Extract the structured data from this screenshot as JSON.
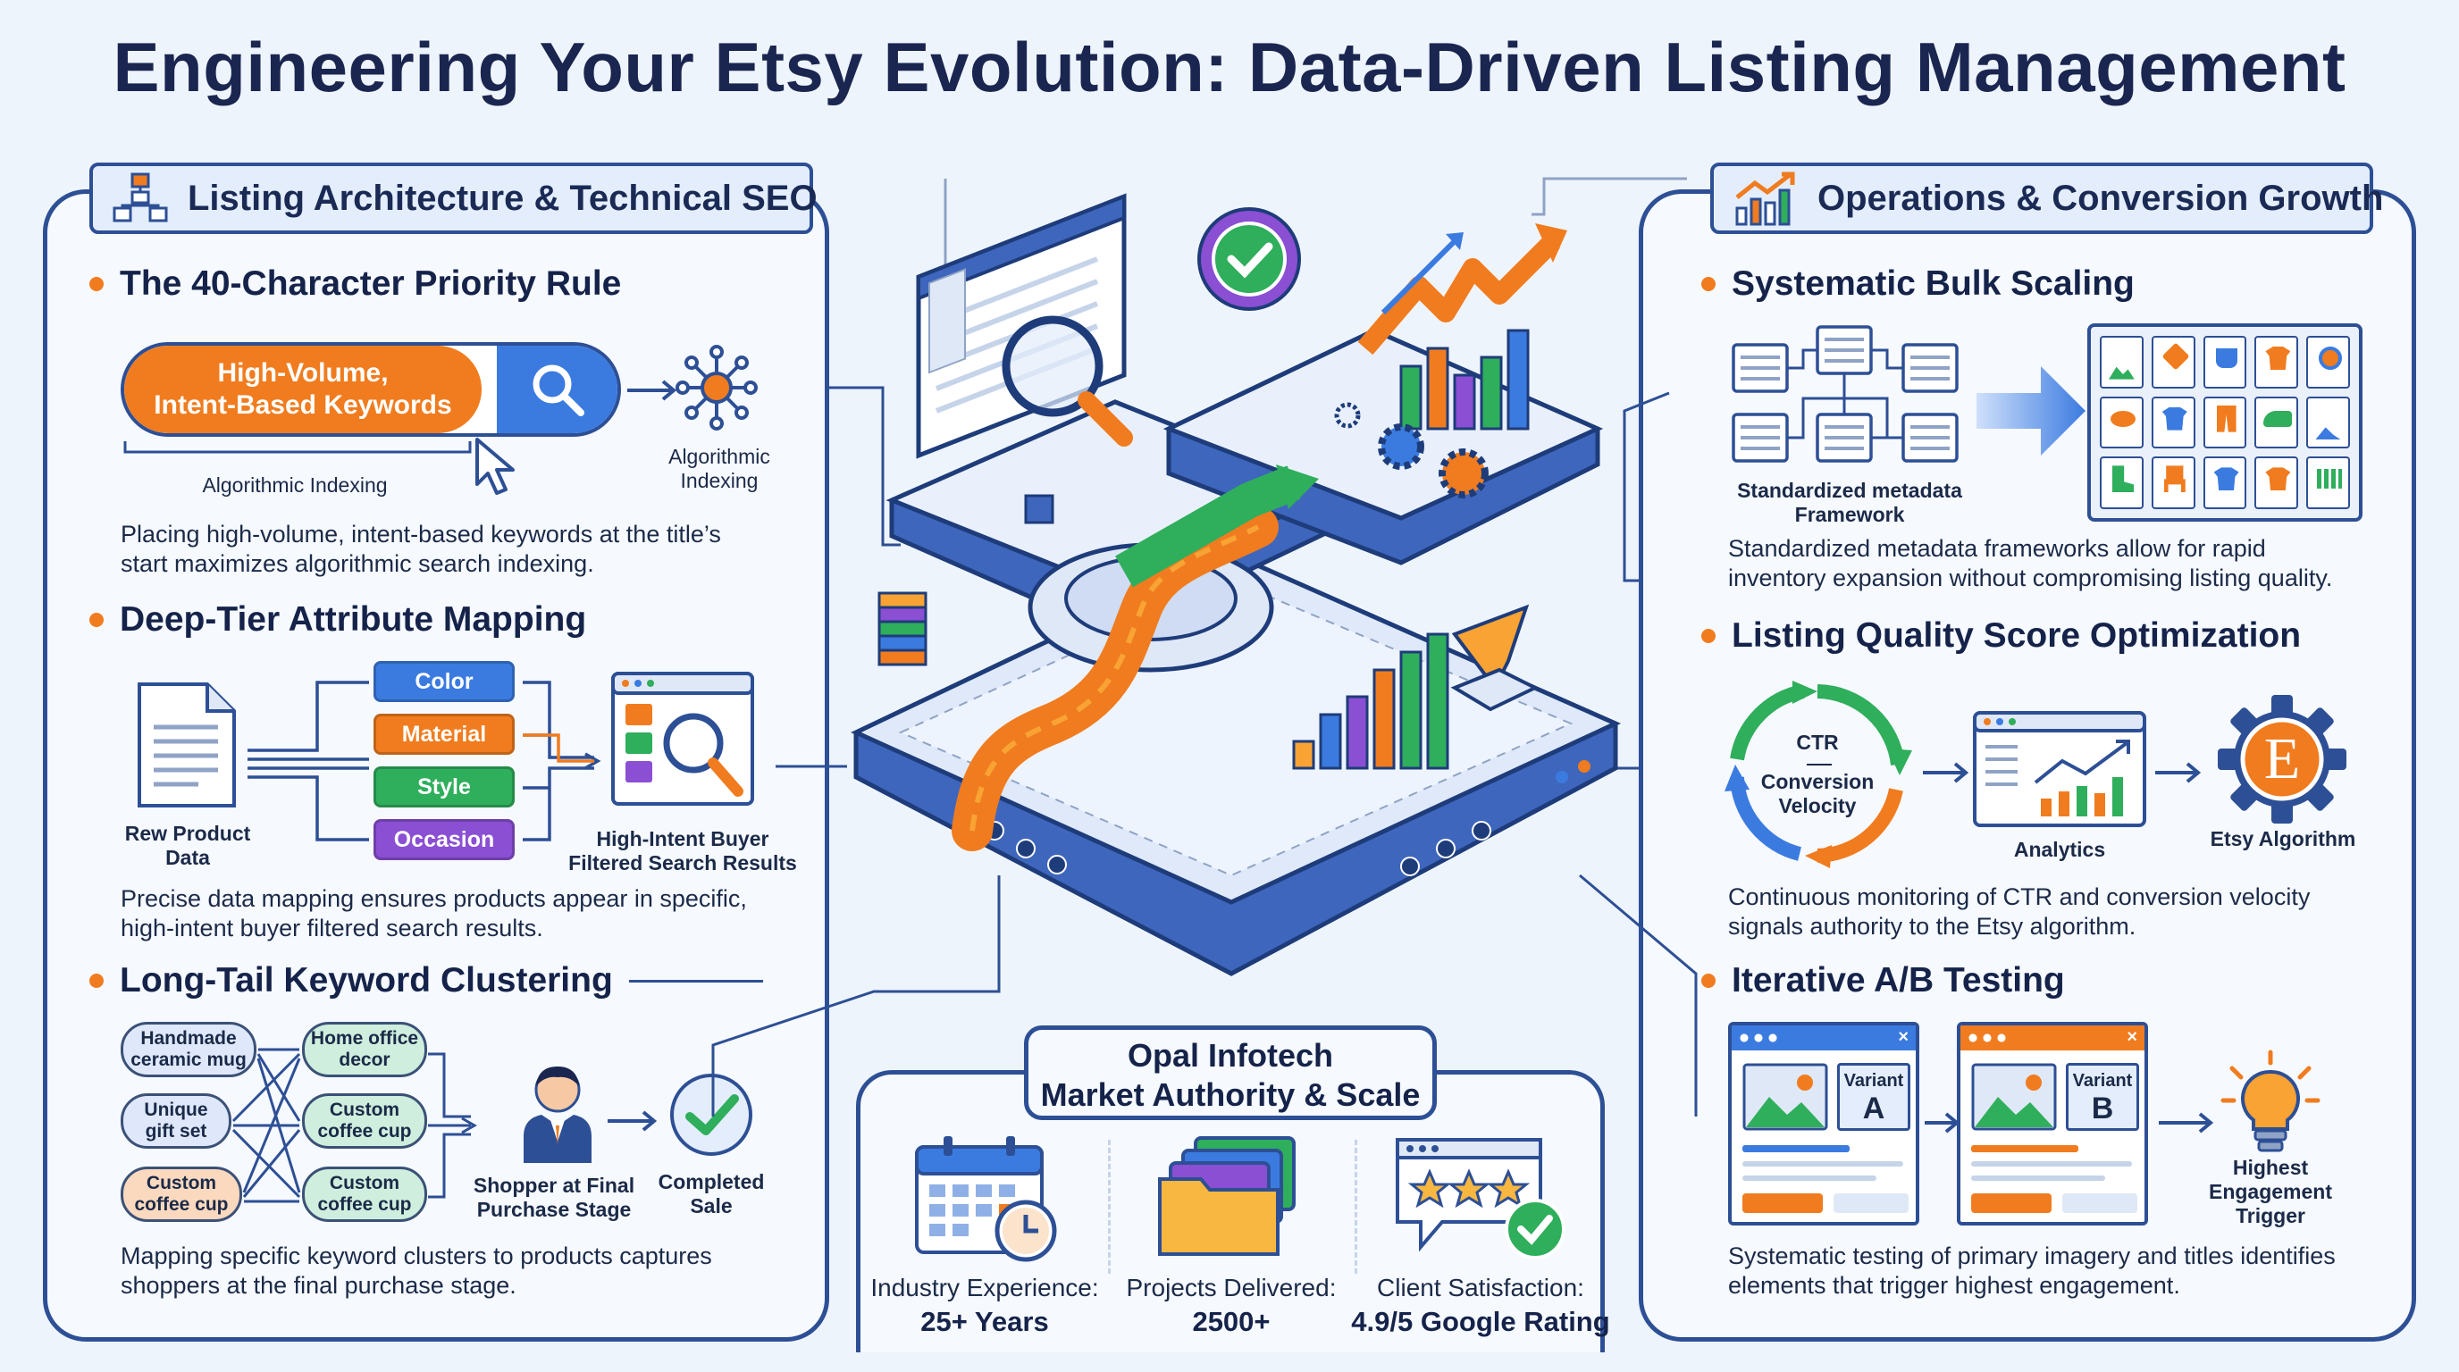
{
  "title": "Engineering Your Etsy Evolution: Data-Driven Listing Management",
  "left_panel": {
    "header": "Listing Architecture & Technical SEO",
    "header_icon": "hierarchy-icon",
    "sections": [
      {
        "title": "The 40-Character Priority Rule",
        "search_bar_text": "High-Volume,\nIntent-Based Keywords",
        "bracket_label": "Algorithmic Indexing",
        "node_label": "Algorithmic\nIndexing",
        "description": "Placing high-volume, intent-based keywords at the title’s\nstart maximizes algorithmic search indexing."
      },
      {
        "title": "Deep-Tier Attribute Mapping",
        "source_label": "Rew Product\nData",
        "attributes": [
          "Color",
          "Material",
          "Style",
          "Occasion"
        ],
        "result_label": "High-Intent Buyer\nFiltered Search Results",
        "description": "Precise data mapping ensures products appear in specific,\nhigh-intent buyer filtered search results."
      },
      {
        "title": "Long-Tail Keyword Clustering",
        "keywords_left": [
          "Handmade\nceramic mug",
          "Unique\ngift set",
          "Custom\ncoffee cup"
        ],
        "keywords_right": [
          "Home office\ndecor",
          "Custom\ncoffee cup",
          "Custom\ncoffee cup"
        ],
        "shopper_label": "Shopper at Final\nPurchase Stage",
        "completed_label": "Completed\nSale",
        "description": "Mapping specific keyword clusters to products captures\nshoppers at the final purchase stage."
      }
    ]
  },
  "right_panel": {
    "header": "Operations & Conversion Growth",
    "header_icon": "growth-chart-icon",
    "sections": [
      {
        "title": "Systematic Bulk Scaling",
        "framework_label": "Standardized metadata\nFramework",
        "description": "Standardized metadata frameworks allow for rapid\ninventory expansion without compromising listing quality."
      },
      {
        "title": "Listing Quality Score Optimization",
        "cycle_top": "CTR",
        "cycle_bottom": "Conversion\nVelocity",
        "analytics_label": "Analytics",
        "algorithm_label": "Etsy Algorithm",
        "algorithm_letter": "E",
        "description": "Continuous monitoring of CTR and conversion velocity\nsignals authority to the Etsy algorithm."
      },
      {
        "title": "Iterative A/B Testing",
        "variant_word": "Variant",
        "variant_a": "A",
        "variant_b": "B",
        "trigger_label": "Highest\nEngagement\nTrigger",
        "description": "Systematic testing of primary imagery and titles identifies\nelements that trigger highest engagement."
      }
    ]
  },
  "center": {
    "title": "Opal Infotech\nMarket Authority & Scale",
    "stats": [
      {
        "label": "Industry Experience:",
        "value": "25+ Years",
        "icon": "calendar-clock-icon"
      },
      {
        "label": "Projects Delivered:",
        "value": "2500+",
        "icon": "folders-icon"
      },
      {
        "label": "Client Satisfaction:",
        "value": "4.9/5 Google Rating",
        "icon": "star-rating-icon"
      }
    ]
  },
  "colors": {
    "navy": "#2d4f95",
    "orange": "#f07c1f",
    "blue": "#3b7be0",
    "green": "#2fae5c",
    "purple": "#8a4fd3"
  }
}
